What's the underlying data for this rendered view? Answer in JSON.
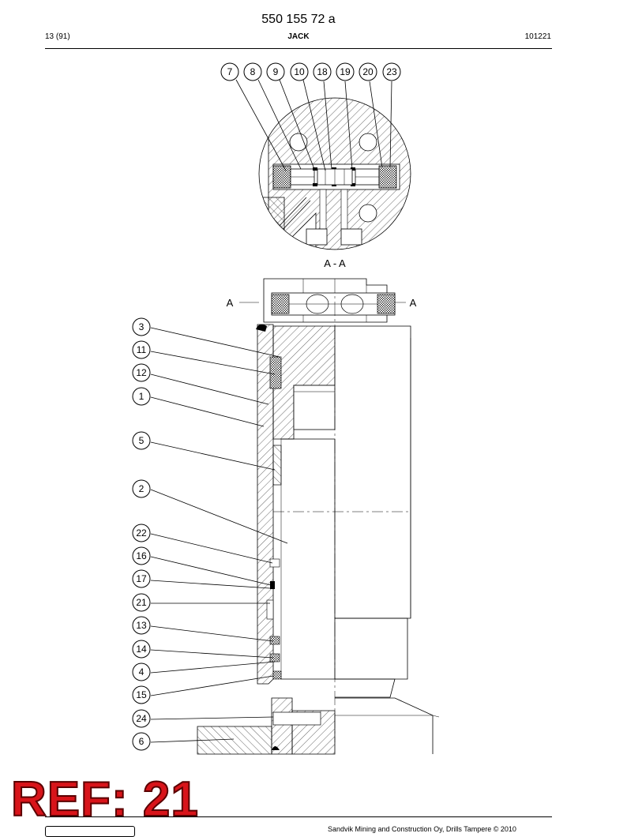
{
  "document": {
    "number": "550 155 72 a",
    "page": "13 (91)",
    "title": "JACK",
    "date_code": "101221"
  },
  "drawing": {
    "section_label": "A - A",
    "cut_marker_left": "A",
    "cut_marker_right": "A",
    "detail_callouts": [
      "7",
      "8",
      "9",
      "10",
      "18",
      "19",
      "20",
      "23"
    ],
    "side_callouts": [
      "3",
      "11",
      "12",
      "1",
      "5",
      "2",
      "22",
      "16",
      "17",
      "21",
      "13",
      "14",
      "4",
      "15",
      "24",
      "6"
    ]
  },
  "stamp": {
    "text": "REF: 21",
    "color": "#d8141a"
  },
  "footer": {
    "copyright": "Sandvik Mining and Construction Oy, Drills Tampere © 2010"
  }
}
